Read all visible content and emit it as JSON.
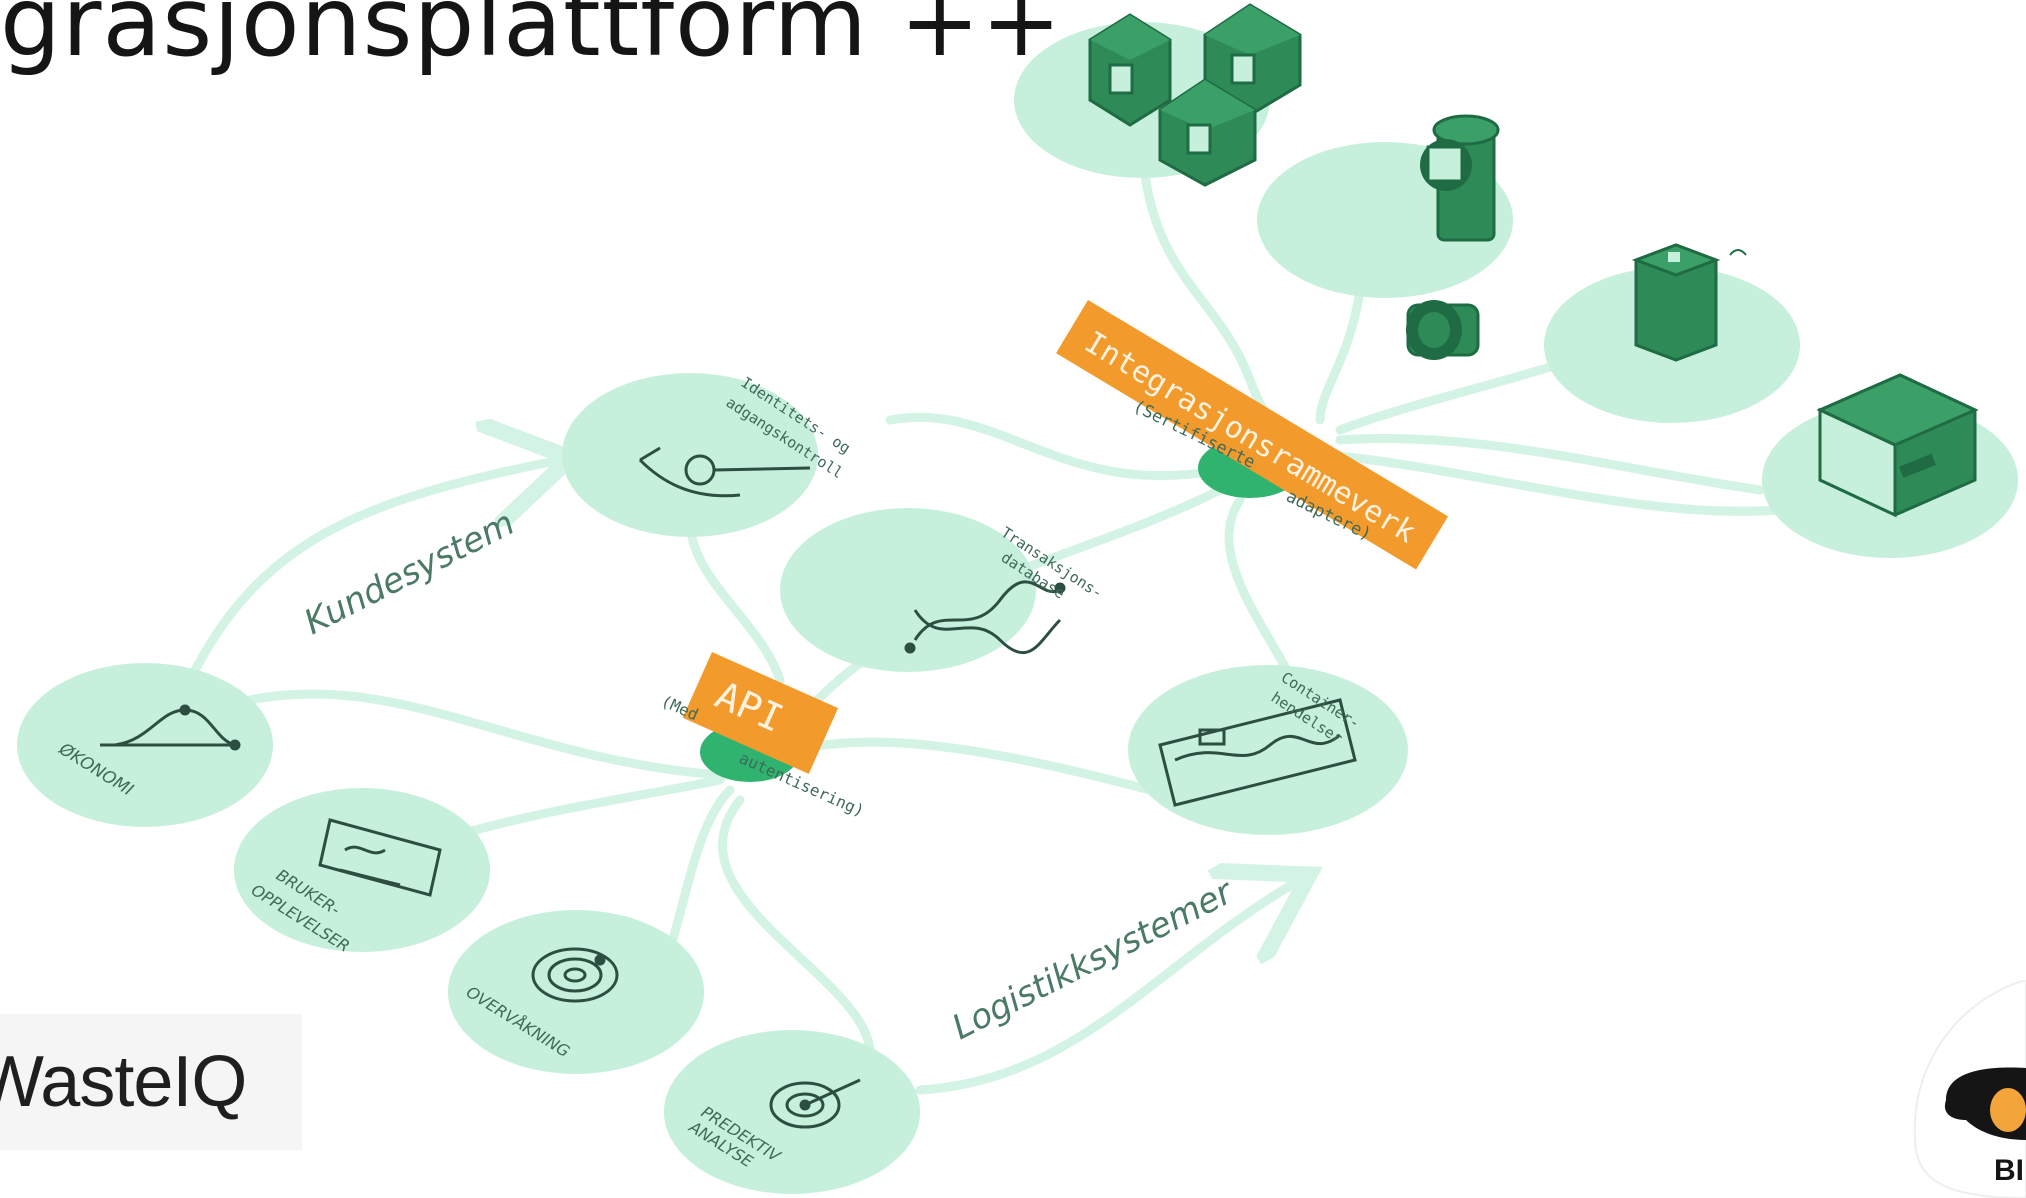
{
  "slide": {
    "title": "grasjonsplattform ++"
  },
  "diagram": {
    "integration_bar": {
      "title": "Integrasjonsrammeverk",
      "subtitle_left": "(Sertifiserte",
      "subtitle_mid": "adaptere)"
    },
    "api_bar": {
      "title": "API",
      "subtitle_left": "(Med",
      "subtitle_mid": "autentisering)"
    },
    "nodes": {
      "identity": {
        "line1": "Identitets- og",
        "line2": "adgangskontroll"
      },
      "transaction": {
        "line1": "Transaksjons-",
        "line2": "database"
      },
      "container": {
        "line1": "Container-",
        "line2": "hendelser"
      },
      "economy": {
        "label": "ØKONOMI"
      },
      "user_experience": {
        "line1": "BRUKER-",
        "line2": "OPPLEVELSER"
      },
      "monitoring": {
        "label": "OVERVÅKNING"
      },
      "predictive": {
        "line1": "PREDEKTIV",
        "line2": "ANALYSE"
      }
    },
    "flows": {
      "customer": "Kundesystem",
      "logistics": "Logistikksystemer"
    },
    "colors": {
      "bubble": "#c6efdc",
      "line": "#d3f3e4",
      "device_dark": "#1f6b43",
      "device_mid": "#2e8b57",
      "orange": "#f39a2c",
      "hub": "#2fb36f"
    },
    "icons": [
      "underground-container-icon",
      "chimney-sensor-icon",
      "waste-bin-icon",
      "compactor-icon",
      "key-hand-icon",
      "dna-icon",
      "dashboard-icon",
      "bell-curve-icon",
      "receipt-icon",
      "radar-icon",
      "target-icon"
    ]
  },
  "logos": {
    "waste_logo": "WasteIQ",
    "brand_letters": "BI"
  }
}
